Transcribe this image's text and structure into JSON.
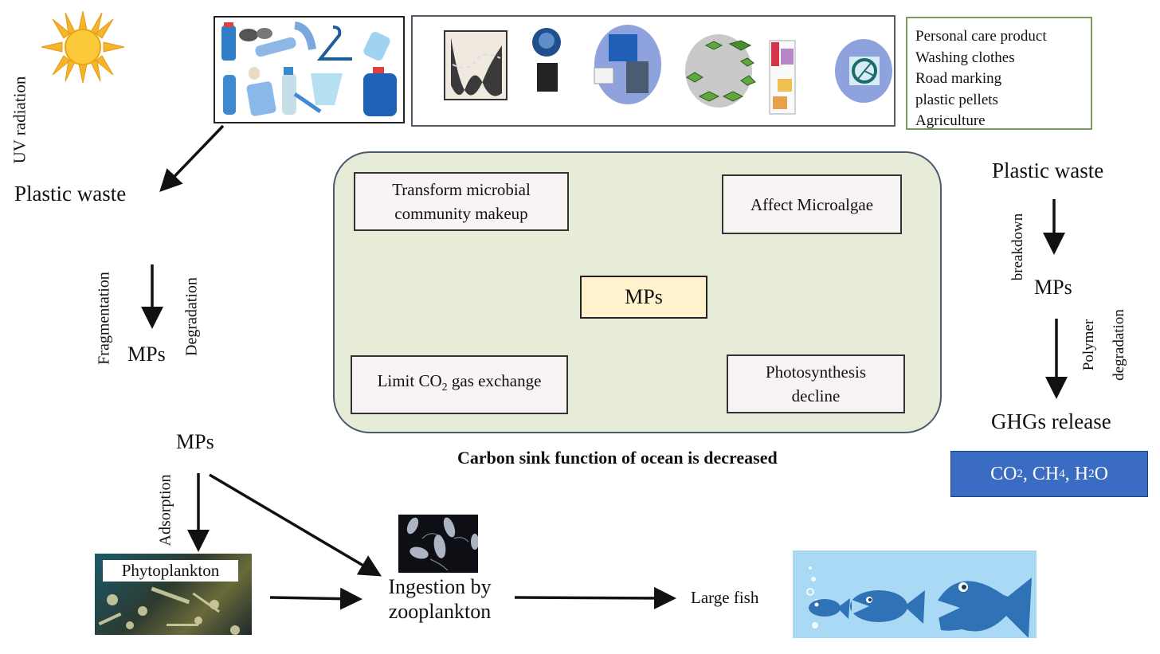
{
  "left_flow": {
    "uv_label": "UV radiation",
    "plastic_waste": "Plastic waste",
    "fragmentation_label": "Fragmentation",
    "degradation_label": "Degradation",
    "mps_label": "MPs"
  },
  "sources": {
    "items": [
      "Personal care product",
      "Washing clothes",
      "Road marking",
      "plastic pellets",
      "Agriculture"
    ],
    "icons": [
      "road-marking-icon",
      "tire-icon",
      "washing-clothes-icon",
      "plastic-pellets-icon",
      "personal-care-products-icon",
      "agriculture-icon"
    ]
  },
  "center_panel": {
    "center": "MPs",
    "effects": {
      "top_left_line1": "Transform microbial",
      "top_left_line2": "community makeup",
      "top_right": "Affect Microalgae",
      "bottom_left_pre": "Limit CO",
      "bottom_left_sub": "2",
      "bottom_left_post": " gas exchange",
      "bottom_right_line1": "Photosynthesis",
      "bottom_right_line2": "decline"
    },
    "caption": "Carbon sink function of ocean is decreased"
  },
  "right_flow": {
    "plastic_waste": "Plastic waste",
    "breakdown_label": "breakdown",
    "mps_label": "MPs",
    "polymer_label": "Polymer",
    "degradation_label": "degradation",
    "ghg_release": "GHGs release",
    "gases": {
      "co": "CO",
      "co_sub": "2",
      "ch": ", CH",
      "ch_sub": "4",
      "h": ", H",
      "h_sub": "2",
      "o": "O"
    },
    "gas_box_color": "#3a6cc4"
  },
  "food_chain": {
    "mps_label": "MPs",
    "adsorption_label": "Adsorption",
    "phytoplankton": "Phytoplankton",
    "ingestion_line1": "Ingestion by",
    "ingestion_line2": "zooplankton",
    "large_fish": "Large fish"
  },
  "colors": {
    "panel_bg": "#e6ecd8",
    "effect_box_bg": "#f8f4f4",
    "mps_box_bg": "#fff2cc",
    "sources_border": "#7a9960"
  }
}
